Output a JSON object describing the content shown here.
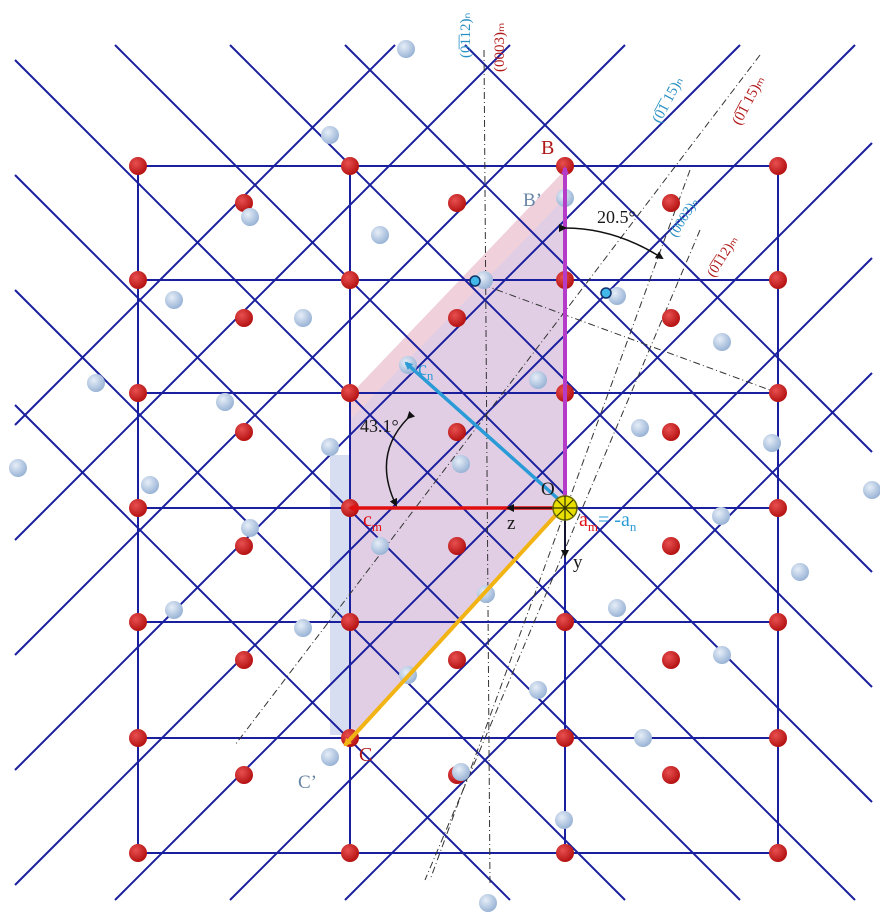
{
  "colors": {
    "grid": "#1a1f9e",
    "red_atom": "#b51212",
    "blue_atom": "#9ab4d6",
    "c_n": "#2a9bd6",
    "c_m": "#e01010",
    "b_arrow": "#b43cc8",
    "c_arrow": "#f2b414",
    "origin": "#e7e000",
    "fill": "#dcc6e0",
    "label_blue": "#2a8fc4",
    "label_red": "#b01818",
    "label_dark": "#1a1a1a",
    "label_gray": "#6a86a6"
  },
  "plane_labels": {
    "p0112_n": "(0̅1̅12)ₙ",
    "p0003_m": "(0003)ₘ",
    "p0115_n": "(0̅1̅ 15)ₙ",
    "p0115_m": "(0̅1̅ 15)ₘ",
    "p0003_n": "(0003)ₙ",
    "p0112_m": "(0̅1̅12)ₘ"
  },
  "point_labels": {
    "B": "B",
    "B_prime": "B’",
    "C": "C",
    "C_prime": "C’",
    "O": "O"
  },
  "vector_labels": {
    "c_n": "c",
    "c_n_sub": "n",
    "c_m": "c",
    "c_m_sub": "m",
    "a_m": "a",
    "a_m_sub": "m",
    "a_eq": "= -a",
    "a_n_sub": "n",
    "z": "z",
    "y": "y"
  },
  "angles": {
    "angle_1": "20.5°",
    "angle_2": "43.1°"
  }
}
